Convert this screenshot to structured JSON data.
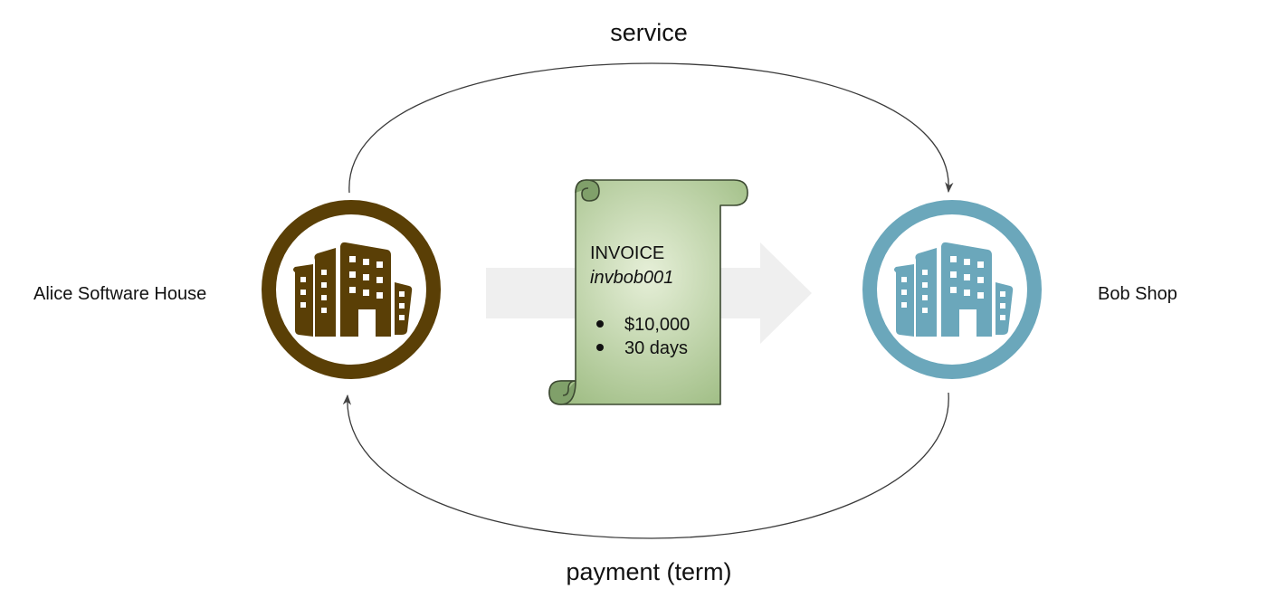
{
  "flow": {
    "top_label": "service",
    "bottom_label": "payment (term)"
  },
  "parties": {
    "left": {
      "name": "Alice Software House",
      "color": "#5a3f06",
      "icon": "building-icon"
    },
    "right": {
      "name": "Bob Shop",
      "color": "#6ba7bb",
      "icon": "building-icon"
    }
  },
  "invoice": {
    "title": "INVOICE",
    "id": "invbob001",
    "items": [
      "$10,000",
      "30 days"
    ],
    "paper_color": "#a9c48f",
    "shape": "scroll"
  },
  "arrow_color": "#efefef"
}
